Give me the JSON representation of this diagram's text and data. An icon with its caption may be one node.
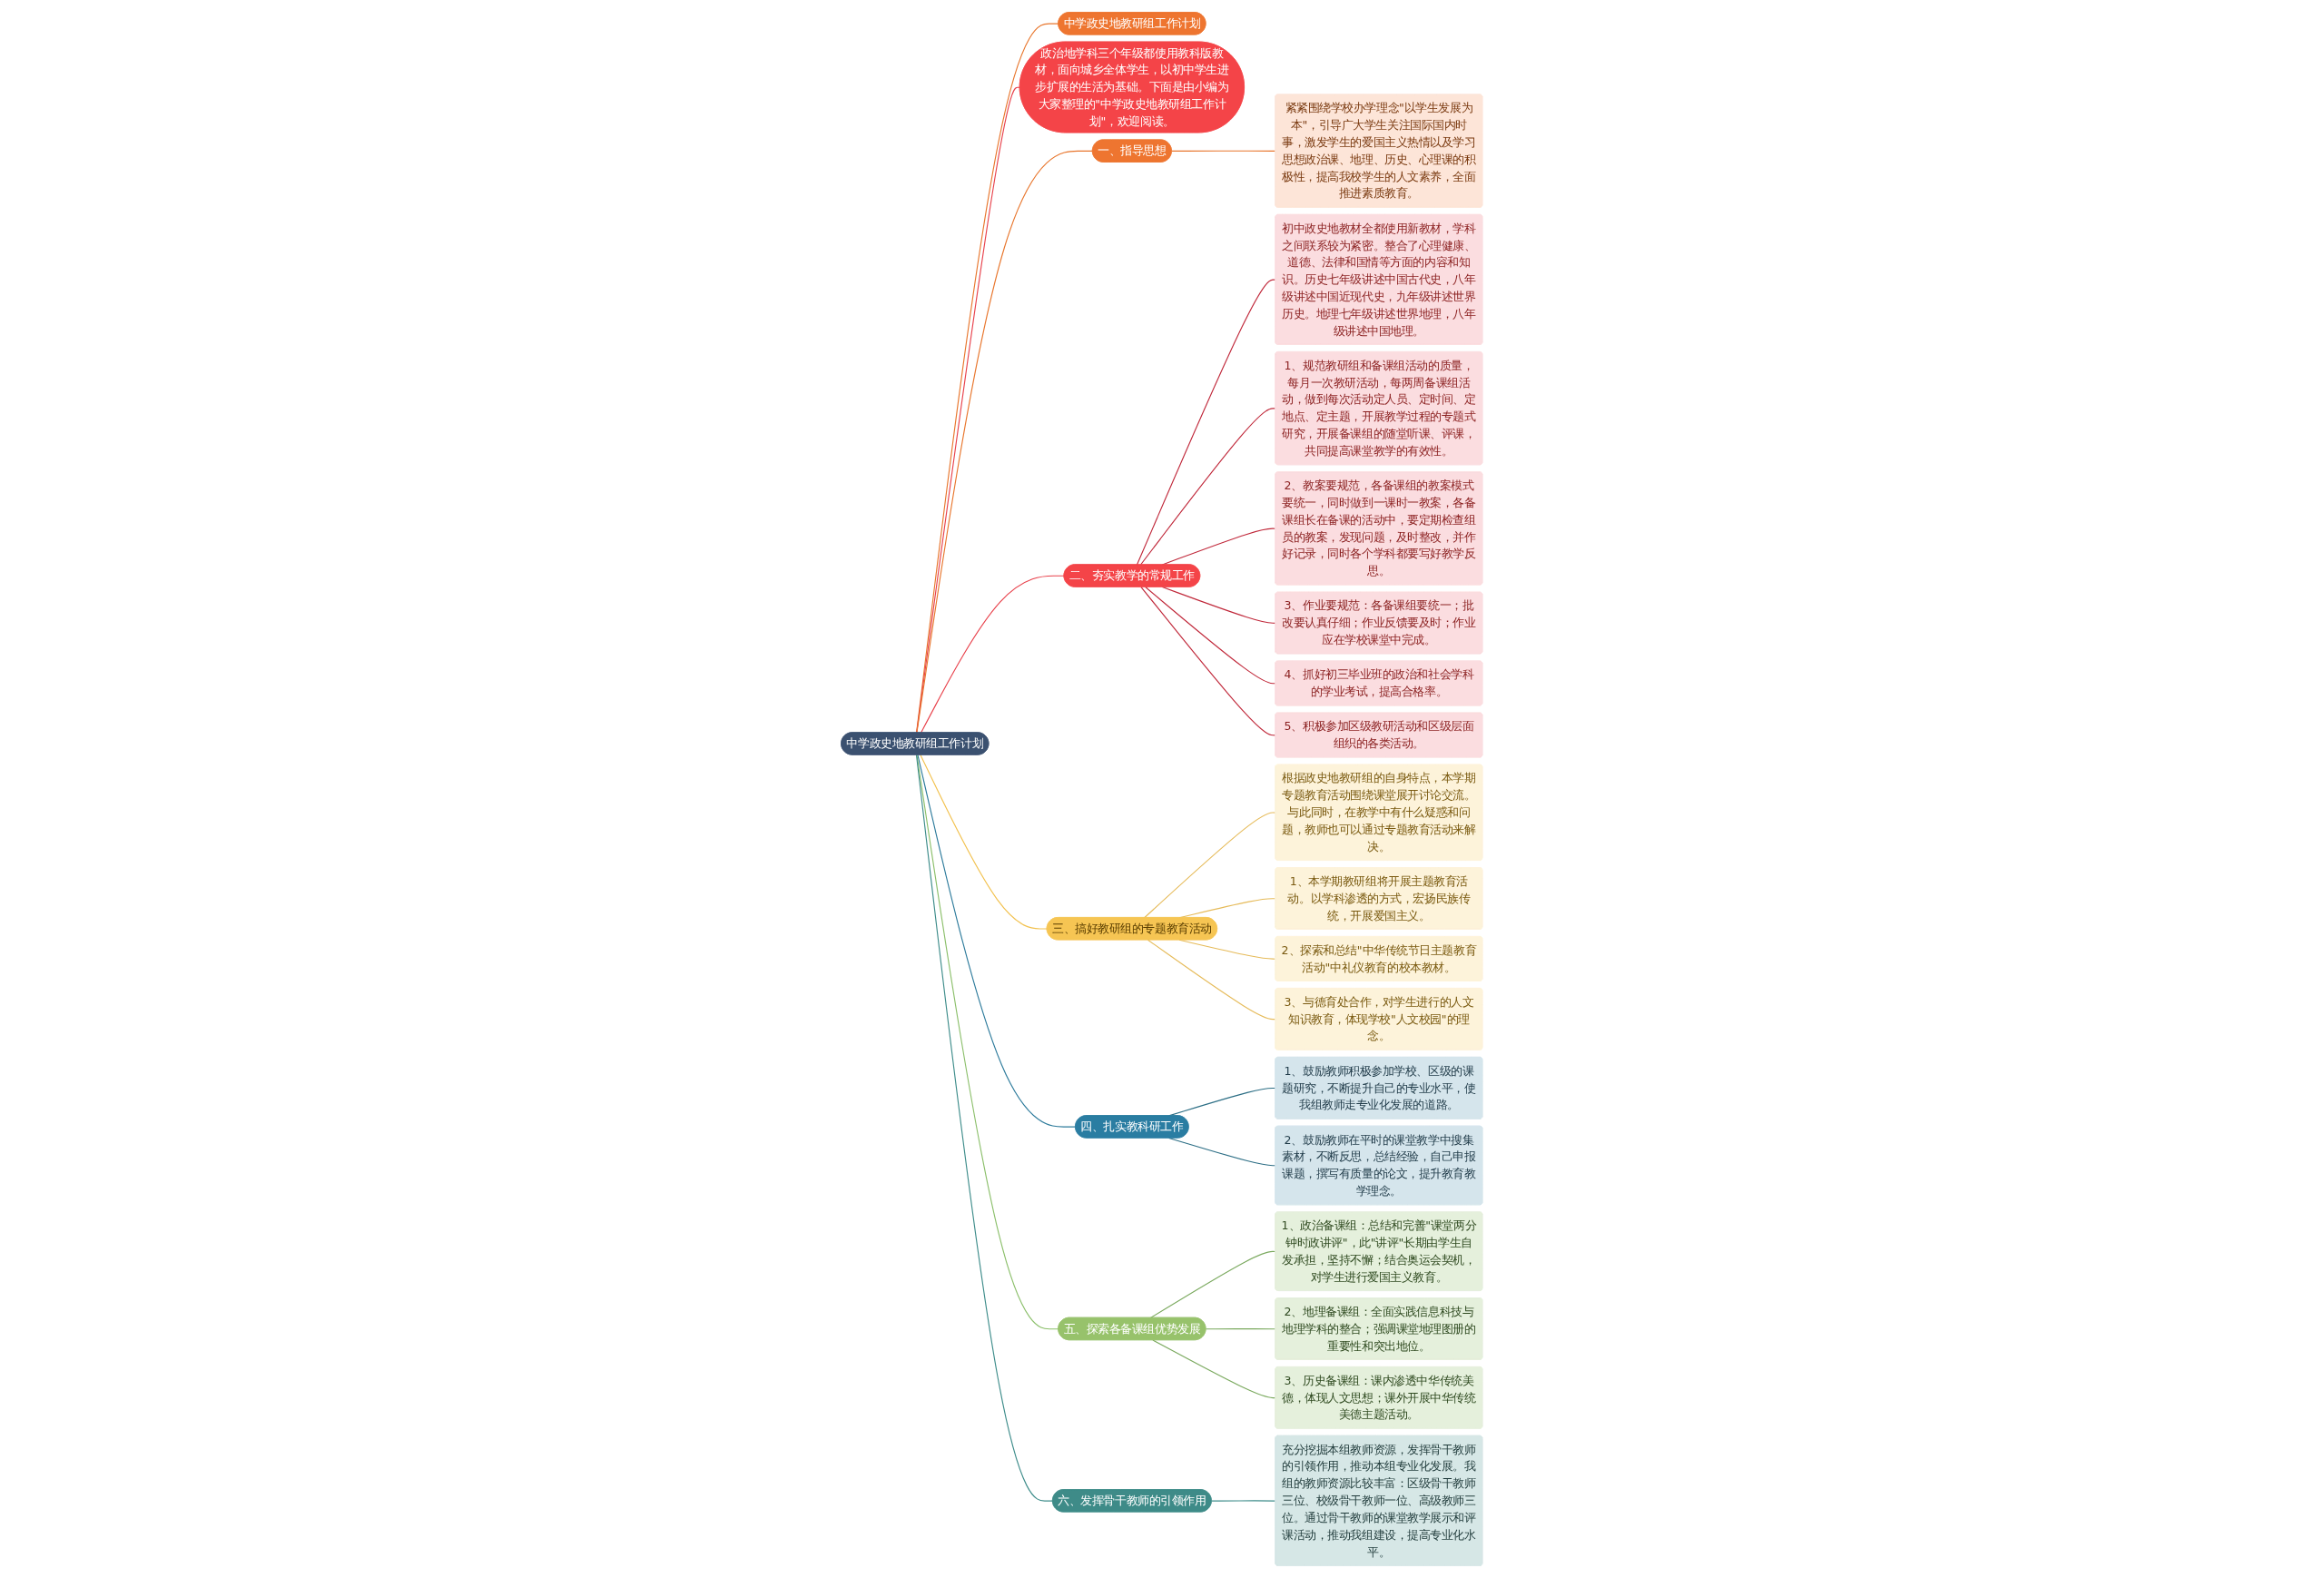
{
  "diagram": {
    "nodes": [
      {
        "text": [
          "中学政史地教研组工作计划"
        ]
      },
      {
        "text": [
          "中学政史地教研组工作计划"
        ]
      },
      {
        "text": [
          "政治地学科三个年级都使用教科版教材，面向城乡全体学生，以初中学生进步扩展的生活为基础。下面是由小编为大家整理的\"中学政史地教研组工作计划\"，欢迎阅读。"
        ]
      },
      {
        "text": [
          "一、指导思想"
        ]
      },
      {
        "text": [
          "紧紧围绕学校办学理念\"以学生发展为本\"，引导广大学生关注国际国内时事，激发学生的爱国主义热情以及学习思想政治课、地理、历史、心理课的积极性，提高我校学生的人文素养，全面推进素质教育。"
        ]
      },
      {
        "text": [
          "二、夯实教学的常规工作"
        ]
      },
      {
        "text": [
          "初中政史地教材全都使用新教材，学科之间联系较为紧密。整合了心理健康、道德、法律和国情等方面的内容和知识。历史七年级讲述中国古代史，八年级讲述中国近现代史，九年级讲述世界历史。地理七年级讲述世界地理，八年级讲述中国地理。"
        ]
      },
      {
        "text": [
          "1、规范教研组和备课组活动的质量，每月一次教研活动，每两周备课组活动，做到每次活动定人员、定时间、定地点、定主题，开展教学过程的专题式研究，开展备课组的随堂听课、评课，共同提高课堂教学的有效性。"
        ]
      },
      {
        "text": [
          "2、教案要规范，各备课组的教案模式要统一，同时做到一课时一教案，各备课组长在备课的活动中，要定期检查组员的教案，发现问题，及时整改，并作好记录，同时各个学科都要写好教学反思。"
        ]
      },
      {
        "text": [
          "3、作业要规范：各备课组要统一；批改要认真仔细；作业反馈要及时；作业应在学校课堂中完成。"
        ]
      },
      {
        "text": [
          "4、抓好初三毕业班的政治和社会学科的学业考试，提高合格率。"
        ]
      },
      {
        "text": [
          "5、积极参加区级教研活动和区级层面组织的各类活动。"
        ]
      },
      {
        "text": [
          "三、搞好教研组的专题教育活动"
        ]
      },
      {
        "text": [
          "根据政史地教研组的自身特点，本学期专题教育活动围绕课堂展开讨论交流。与此同时，在教学中有什么疑惑和问题，教师也可以通过专题教育活动来解决。"
        ]
      },
      {
        "text": [
          "1、本学期教研组将开展主题教育活动。以学科渗透的方式，宏扬民族传统，开展爱国主义。"
        ]
      },
      {
        "text": [
          "2、探索和总结\"中华传统节日主题教育活动\"中礼仪教育的校本教材。"
        ]
      },
      {
        "text": [
          "3、与德育处合作，对学生进行的人文知识教育，体现学校\"人文校园\"的理念。"
        ]
      },
      {
        "text": [
          "四、扎实教科研工作"
        ]
      },
      {
        "text": [
          "1、鼓励教师积极参加学校、区级的课题研究，不断提升自己的专业水平，使我组教师走专业化发展的道路。"
        ]
      },
      {
        "text": [
          "2、鼓励教师在平时的课堂教学中搜集素材，不断反思，总结经验，自己申报课题，撰写有质量的论文，提升教育教学理念。"
        ]
      },
      {
        "text": [
          "五、探索各备课组优势发展"
        ]
      },
      {
        "text": [
          "1、政治备课组：总结和完善\"课堂两分钟时政讲评\"，此\"讲评\"长期由学生自发承担，坚持不懈；结合奥运会契机，对学生进行爱国主义教育。"
        ]
      },
      {
        "text": [
          "2、地理备课组：全面实践信息科技与地理学科的整合；强调课堂地理图册的重要性和突出地位。"
        ]
      },
      {
        "text": [
          "3、历史备课组：课内渗透中华传统美德，体现人文思想；课外开展中华传统美德主题活动。"
        ]
      },
      {
        "text": [
          "六、发挥骨干教师的引领作用"
        ]
      },
      {
        "text": [
          "充分挖掘本组教师资源，发挥骨干教师的引领作用，推动本组专业化发展。我组的教师资源比较丰富：区级骨干教师三位、校级骨干教师一位、高级教师三位。通过骨干教师的课堂教学展示和评课活动，推动我组建设，提高专业化水平。"
        ]
      }
    ],
    "edges": [
      {
        "from": 0,
        "to": 1,
        "arrow": "none",
        "color": "#e8762d"
      },
      {
        "from": 0,
        "to": 2,
        "arrow": "none",
        "color": "#e8414b"
      },
      {
        "from": 0,
        "to": 3,
        "arrow": "none",
        "color": "#e8762d"
      },
      {
        "from": 3,
        "to": 4,
        "arrow": "none",
        "color": "#e8762d"
      },
      {
        "from": 0,
        "to": 5,
        "arrow": "none",
        "color": "#e8414b"
      },
      {
        "from": 5,
        "to": 6,
        "arrow": "none",
        "color": "#c0283a"
      },
      {
        "from": 5,
        "to": 7,
        "arrow": "none",
        "color": "#c0283a"
      },
      {
        "from": 5,
        "to": 8,
        "arrow": "none",
        "color": "#c0283a"
      },
      {
        "from": 5,
        "to": 9,
        "arrow": "none",
        "color": "#c0283a"
      },
      {
        "from": 5,
        "to": 10,
        "arrow": "none",
        "color": "#c0283a"
      },
      {
        "from": 5,
        "to": 11,
        "arrow": "none",
        "color": "#c0283a"
      },
      {
        "from": 0,
        "to": 12,
        "arrow": "none",
        "color": "#f2c14e"
      },
      {
        "from": 12,
        "to": 13,
        "arrow": "none",
        "color": "#e6bb5a"
      },
      {
        "from": 12,
        "to": 14,
        "arrow": "none",
        "color": "#e6bb5a"
      },
      {
        "from": 12,
        "to": 15,
        "arrow": "none",
        "color": "#e6bb5a"
      },
      {
        "from": 12,
        "to": 16,
        "arrow": "none",
        "color": "#e6bb5a"
      },
      {
        "from": 0,
        "to": 17,
        "arrow": "none",
        "color": "#2c7a9b"
      },
      {
        "from": 17,
        "to": 18,
        "arrow": "none",
        "color": "#2c6e85"
      },
      {
        "from": 17,
        "to": 19,
        "arrow": "none",
        "color": "#2c6e85"
      },
      {
        "from": 0,
        "to": 20,
        "arrow": "none",
        "color": "#8bbf6a"
      },
      {
        "from": 20,
        "to": 21,
        "arrow": "none",
        "color": "#7aa95e"
      },
      {
        "from": 20,
        "to": 22,
        "arrow": "none",
        "color": "#7aa95e"
      },
      {
        "from": 20,
        "to": 23,
        "arrow": "none",
        "color": "#7aa95e"
      },
      {
        "from": 0,
        "to": 24,
        "arrow": "none",
        "color": "#3d8c8a"
      },
      {
        "from": 24,
        "to": 25,
        "arrow": "none",
        "color": "#3d8c8a"
      }
    ]
  }
}
